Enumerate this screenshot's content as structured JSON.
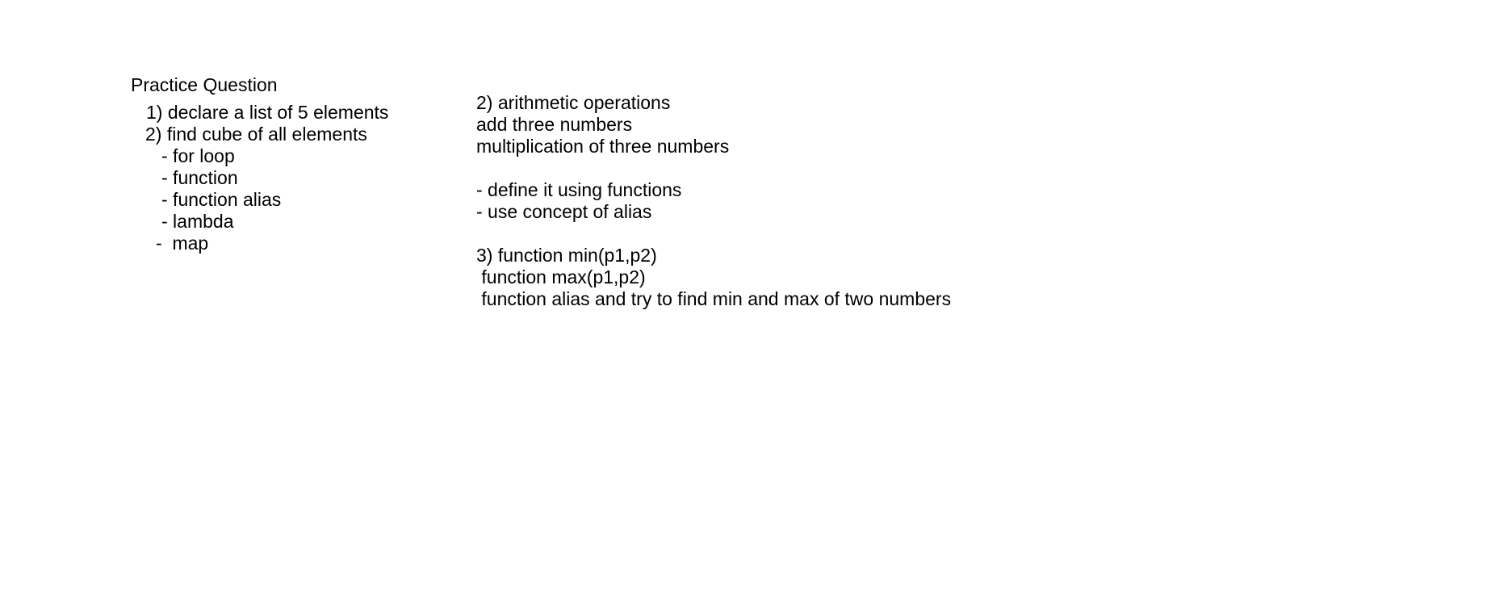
{
  "left_column": {
    "heading": "Practice Question",
    "items": [
      "1) declare a list of 5 elements",
      "2) find cube of all elements"
    ],
    "subitems": [
      "- for loop",
      "- function",
      "- function alias",
      "- lambda",
      "-  map"
    ]
  },
  "right_column": {
    "lines": [
      "2) arithmetic operations",
      "add three numbers",
      "multiplication of three numbers",
      "- define it using functions",
      "- use concept of alias",
      "3) function min(p1,p2)",
      " function max(p1,p2)",
      " function alias and try to find min and max of two numbers"
    ]
  }
}
